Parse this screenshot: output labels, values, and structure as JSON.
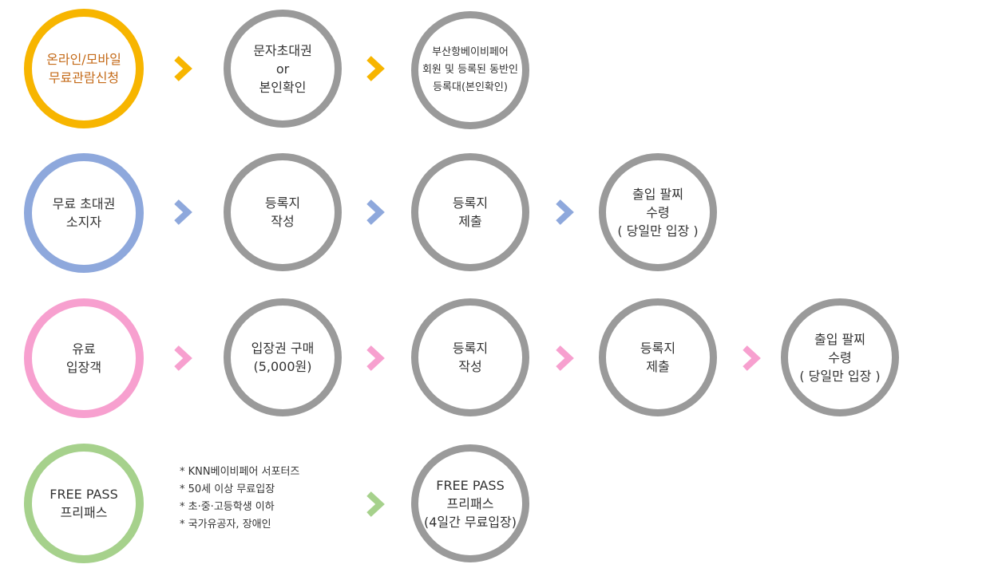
{
  "colors": {
    "ring": "#9a9a9a",
    "row1": "#f7b500",
    "row1_text": "#c46a18",
    "row2": "#8ea8dc",
    "row3": "#f7a0cf",
    "row4": "#a6d18c"
  },
  "rows": [
    {
      "start": [
        "온라인/모바일",
        "무료관람신청"
      ],
      "steps": [
        [
          "문자초대권",
          "or",
          "본인확인"
        ],
        [
          "부산항베이비페어",
          "회원 및 등록된 동반인",
          "등록대(본인확인)"
        ]
      ]
    },
    {
      "start": [
        "무료 초대권",
        "소지자"
      ],
      "steps": [
        [
          "등록지",
          "작성"
        ],
        [
          "등록지",
          "제출"
        ],
        [
          "출입 팔찌",
          "수령",
          "( 당일만 입장 )"
        ]
      ]
    },
    {
      "start": [
        "유료",
        "입장객"
      ],
      "steps": [
        [
          "입장권 구매",
          "(5,000원)"
        ],
        [
          "등록지",
          "작성"
        ],
        [
          "등록지",
          "제출"
        ],
        [
          "출입 팔찌",
          "수령",
          "( 당일만 입장 )"
        ]
      ]
    },
    {
      "start": [
        "FREE PASS",
        "프리패스"
      ],
      "notes": [
        "* KNN베이비페어 서포터즈",
        "* 50세 이상 무료입장",
        "* 초·중·고등학생 이하",
        "* 국가유공자, 장애인"
      ],
      "steps": [
        [
          "FREE PASS",
          "프리패스",
          "(4일간 무료입장)"
        ]
      ]
    }
  ]
}
